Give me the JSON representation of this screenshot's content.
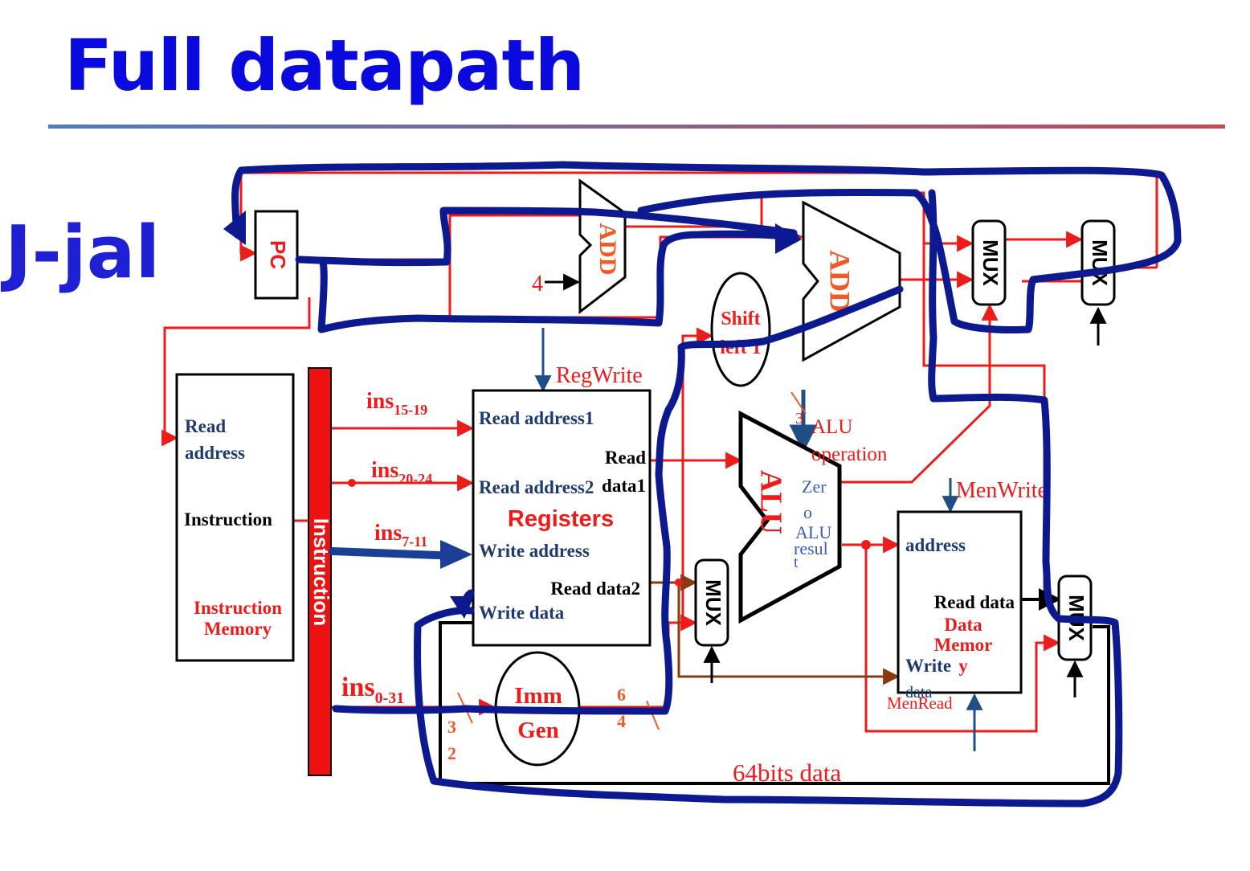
{
  "title": "Full datapath",
  "subtitle": "J-jal",
  "pc_label": "PC",
  "add_label": "ADD",
  "const_four": "4",
  "shift_line1": "Shift",
  "shift_line2": "left 1",
  "regwrite_label": "RegWrite",
  "imem": {
    "read_line1": "Read",
    "read_line2": "address",
    "instruction": "Instruction",
    "name_line1": "Instruction",
    "name_line2": "Memory"
  },
  "instruction_bus": "Instruction",
  "fields": {
    "f1": "ins",
    "f1_sub": "15-19",
    "f2": "ins",
    "f2_sub": "20-24",
    "f3": "ins",
    "f3_sub": "7-11",
    "f4": "ins",
    "f4_sub": "0-31"
  },
  "registers": {
    "read_address1": "Read address1",
    "read_address2": "Read address2",
    "read_data1_line1": "Read",
    "read_data1_line2": "data1",
    "name": "Registers",
    "write_address": "Write address",
    "read_data2": "Read data2",
    "write_data": "Write data"
  },
  "imm_gen_line1": "Imm",
  "imm_gen_line2": "Gen",
  "width_32_a": "3",
  "width_32_b": "2",
  "width_64_a": "6",
  "width_64_b": "4",
  "alu": {
    "name": "ALU",
    "op_width": "3",
    "op_line1": "ALU",
    "op_line2": "operation",
    "zero_line1": "Zer",
    "zero_line2": "o",
    "result_line1": "ALU",
    "result_line2": "resul",
    "result_line3": "t"
  },
  "mux_label": "MUX",
  "memwrite_label": "MenWrite",
  "dmem": {
    "address": "address",
    "read_data": "Read data",
    "name_line1": "Data",
    "name_line2": "Memor",
    "name_line3": "y",
    "write_line1": "Write",
    "write_line2": "data"
  },
  "memread_label": "MenRead",
  "bus_label": "64bits data",
  "colors": {
    "title": "#0a0adf",
    "wire": "#ee1b1b",
    "label_blue": "#1f3a6e",
    "control_blue": "#1f4f86",
    "highlight": "#0d1a8f",
    "brown": "#8a3a0e"
  }
}
